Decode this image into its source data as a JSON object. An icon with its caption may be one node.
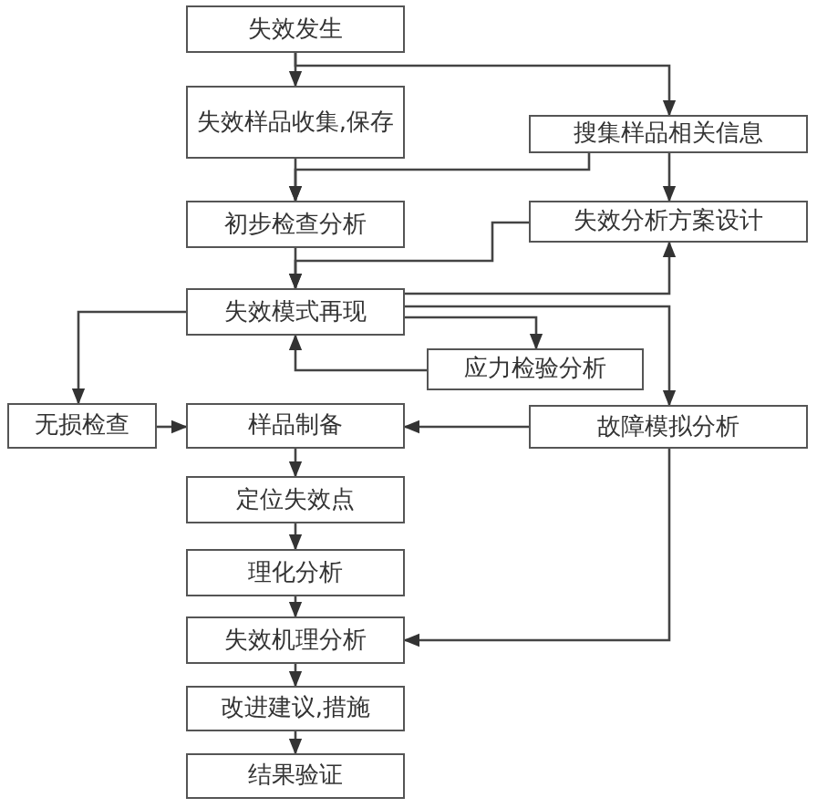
{
  "diagram": {
    "nodes": [
      {
        "text": [
          "失效发生"
        ]
      },
      {
        "text": [
          "失效样品收集,保存"
        ]
      },
      {
        "text": [
          "搜集样品相关信息"
        ]
      },
      {
        "text": [
          "初步检查分析"
        ]
      },
      {
        "text": [
          "失效分析方案设计"
        ]
      },
      {
        "text": [
          "失效模式再现"
        ]
      },
      {
        "text": [
          "应力检验分析"
        ]
      },
      {
        "text": [
          "无损检查"
        ]
      },
      {
        "text": [
          "样品制备"
        ]
      },
      {
        "text": [
          "故障模拟分析"
        ]
      },
      {
        "text": [
          "定位失效点"
        ]
      },
      {
        "text": [
          "理化分析"
        ]
      },
      {
        "text": [
          "失效机理分析"
        ]
      },
      {
        "text": [
          "改进建议,措施"
        ]
      },
      {
        "text": [
          "结果验证"
        ]
      }
    ],
    "edges": [
      {
        "from": 0,
        "to": 1,
        "arrow": "to"
      },
      {
        "from": 0,
        "to": 2,
        "arrow": "to"
      },
      {
        "from": 1,
        "to": 3,
        "arrow": "to"
      },
      {
        "from": 2,
        "to": 3,
        "arrow": "to"
      },
      {
        "from": 2,
        "to": 4,
        "arrow": "to"
      },
      {
        "from": 3,
        "to": 5,
        "arrow": "to"
      },
      {
        "from": 4,
        "to": 5,
        "arrow": "to"
      },
      {
        "from": 5,
        "to": 4,
        "arrow": "to"
      },
      {
        "from": 5,
        "to": 9,
        "arrow": "to"
      },
      {
        "from": 5,
        "to": 6,
        "arrow": "to"
      },
      {
        "from": 6,
        "to": 5,
        "arrow": "to"
      },
      {
        "from": 5,
        "to": 7,
        "arrow": "to"
      },
      {
        "from": 7,
        "to": 8,
        "arrow": "to"
      },
      {
        "from": 9,
        "to": 8,
        "arrow": "to"
      },
      {
        "from": 8,
        "to": 10,
        "arrow": "to"
      },
      {
        "from": 10,
        "to": 11,
        "arrow": "to"
      },
      {
        "from": 11,
        "to": 12,
        "arrow": "to"
      },
      {
        "from": 9,
        "to": 12,
        "arrow": "to"
      },
      {
        "from": 12,
        "to": 13,
        "arrow": "to"
      },
      {
        "from": 13,
        "to": 14,
        "arrow": "to"
      }
    ]
  }
}
